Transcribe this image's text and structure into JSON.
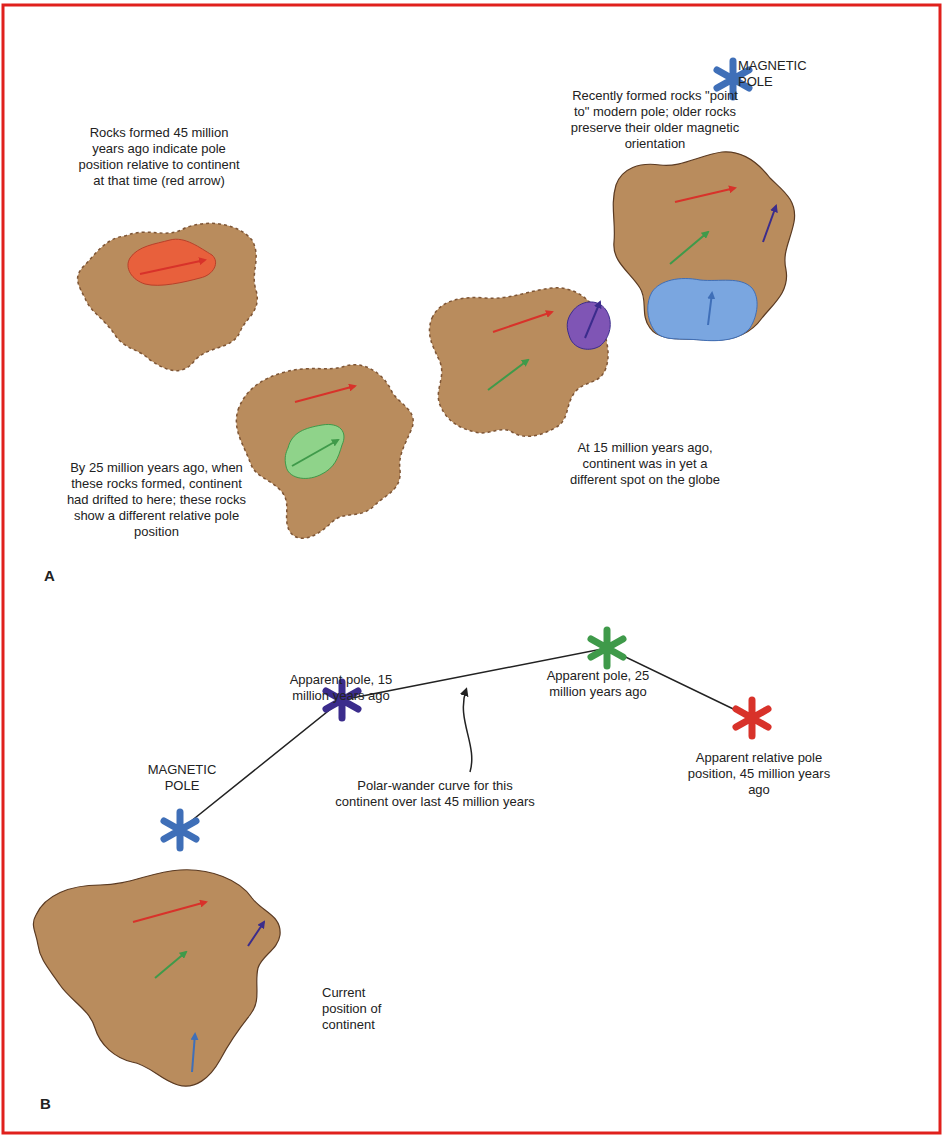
{
  "diagram": {
    "labels": [
      "MAGNETIC POLE",
      "Recently formed rocks \"point to\" modern pole; older rocks preserve their older magnetic orientation",
      "Rocks formed 45 million years ago indicate pole position relative to continent at that time (red arrow)",
      "By 25 million years ago, when these rocks formed, continent had drifted to here; these rocks show a different relative pole position",
      "At 15 million years ago, continent was in yet a different spot on the globe",
      "A",
      "Apparent pole, 15 million years ago",
      "Apparent pole, 25 million years ago",
      "MAGNETIC POLE",
      "Polar-wander curve for this continent over last 45 million years",
      "Apparent relative pole position, 45 million years ago",
      "Current position of continent",
      "B"
    ]
  }
}
